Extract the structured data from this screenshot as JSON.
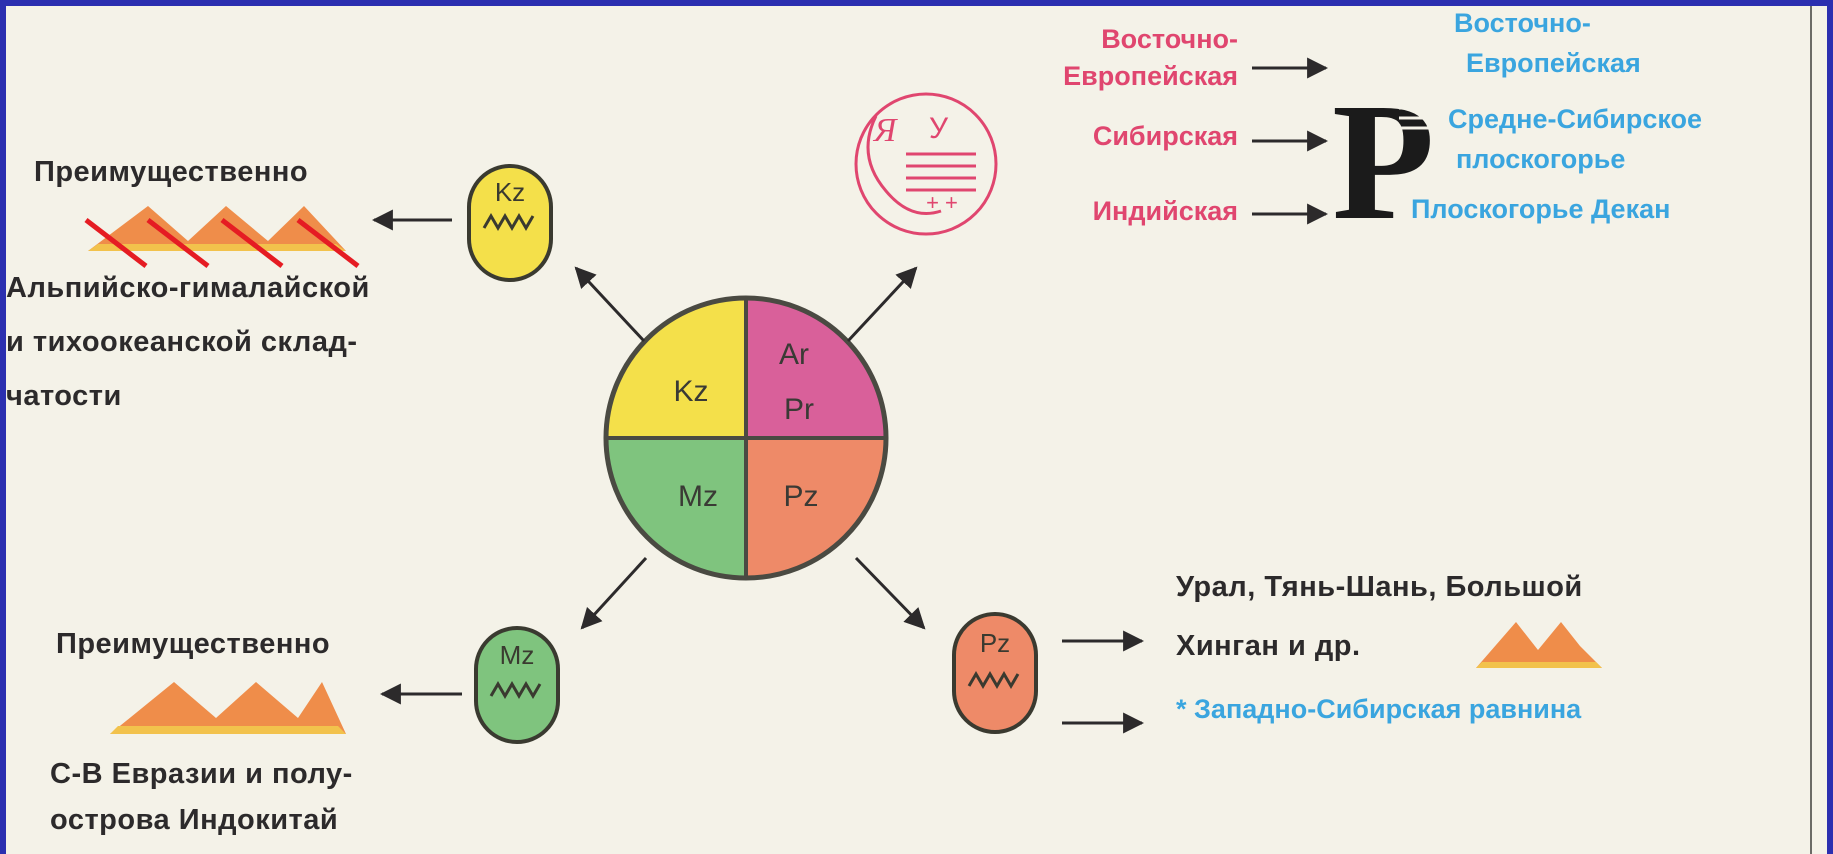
{
  "center_circle": {
    "quadrants": {
      "kz": "Kz",
      "ar": "Ar",
      "pr": "Pr",
      "mz": "Mz",
      "pz": "Pz"
    }
  },
  "badges": {
    "kz": "Kz",
    "mz": "Mz",
    "pz": "Pz"
  },
  "platform_symbol": {
    "left_letter": "Я",
    "right_letter": "У",
    "signs": "+ +"
  },
  "platforms": {
    "left": [
      "Восточно-",
      "Европейская",
      "Сибирская",
      "Индийская"
    ],
    "big_letter": "P",
    "right": [
      "Восточно-",
      "Европейская",
      "Средне-Сибирское",
      "плоскогорье",
      "Плоскогорье Декан"
    ]
  },
  "kz_block": {
    "heading": "Преимущественно",
    "lines": [
      "Альпийско-гималайской",
      "и тихоокеанской склад-",
      "чатости"
    ]
  },
  "mz_block": {
    "heading": "Преимущественно",
    "lines": [
      "С-В Евразии и полу-",
      "острова Индокитай"
    ]
  },
  "pz_block": {
    "lines": [
      "Урал, Тянь-Шань, Большой",
      "Хинган и др."
    ],
    "plain": "* Западно-Сибирская равнина"
  },
  "colors": {
    "kz": "#f4e04a",
    "ar_pr": "#d9609a",
    "mz": "#7fc47e",
    "pz": "#ee8a68",
    "mountain": "#ef8d4a",
    "pink_text": "#e0466f",
    "blue_text": "#3aa5df"
  }
}
